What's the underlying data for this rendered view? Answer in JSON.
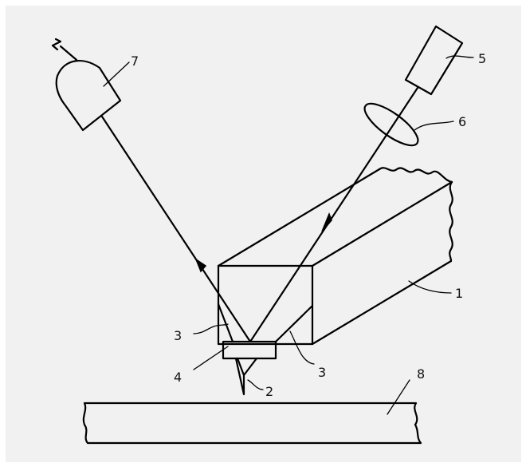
{
  "diagram": {
    "labels": {
      "l1": "1",
      "l2": "2",
      "l3a": "3",
      "l3b": "3",
      "l4": "4",
      "l5": "5",
      "l6": "6",
      "l7": "7",
      "l8": "8"
    }
  }
}
